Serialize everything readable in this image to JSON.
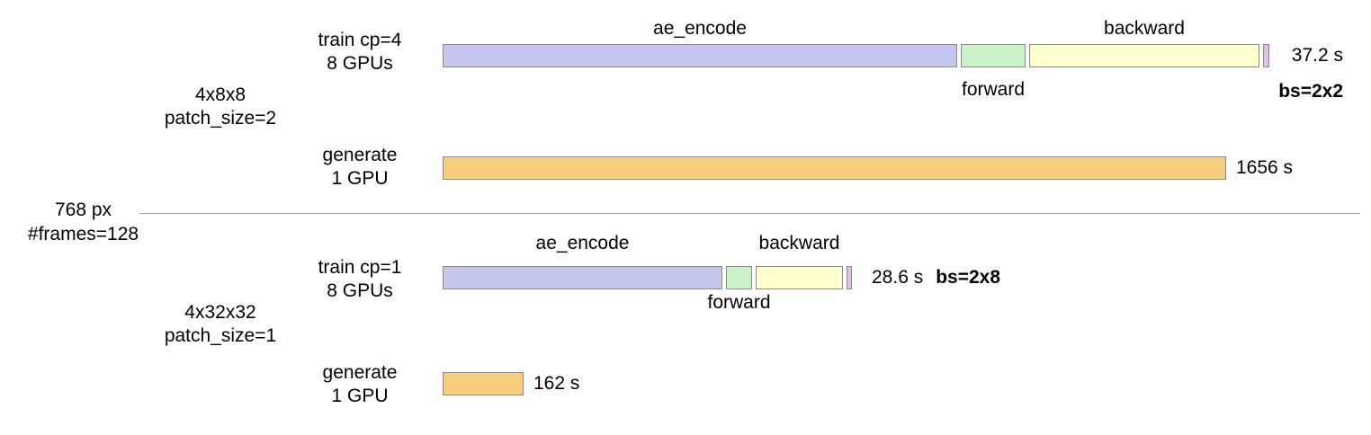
{
  "shared": {
    "resolution": "768 px",
    "frames": "#frames=128"
  },
  "colors": {
    "ae_encode": "#c5c6f0",
    "forward": "#cbf2c8",
    "backward": "#ffffcd",
    "tail": "#e6bfe8",
    "generate": "#f6ce7d",
    "bar_border": "#8b8b8b",
    "divider": "#9c9c9c"
  },
  "sections": [
    {
      "config": {
        "line1": "4x8x8",
        "line2": "patch_size=2"
      },
      "train": {
        "label": {
          "line1": "train cp=4",
          "line2": "8 GPUs"
        },
        "segments": [
          {
            "name": "ae_encode",
            "px": 572,
            "label": "ae_encode",
            "label_pos": "above"
          },
          {
            "name": "forward",
            "px": 72,
            "label": "forward",
            "label_pos": "below"
          },
          {
            "name": "backward",
            "px": 256,
            "label": "backward",
            "label_pos": "above"
          },
          {
            "name": "tail",
            "px": 7
          }
        ],
        "total": "37.2 s",
        "bs": "bs=2x2"
      },
      "generate": {
        "label": {
          "line1": "generate",
          "line2": "1 GPU"
        },
        "px": 871,
        "total": "1656 s"
      }
    },
    {
      "config": {
        "line1": "4x32x32",
        "line2": "patch_size=1"
      },
      "train": {
        "label": {
          "line1": "train cp=1",
          "line2": "8 GPUs"
        },
        "segments": [
          {
            "name": "ae_encode",
            "px": 311,
            "label": "ae_encode",
            "label_pos": "above"
          },
          {
            "name": "forward",
            "px": 29,
            "label": "forward",
            "label_pos": "below"
          },
          {
            "name": "backward",
            "px": 97,
            "label": "backward",
            "label_pos": "above"
          },
          {
            "name": "tail",
            "px": 6
          }
        ],
        "total": "28.6 s",
        "bs": "bs=2x8"
      },
      "generate": {
        "label": {
          "line1": "generate",
          "line2": "1 GPU"
        },
        "px": 90,
        "total": "162 s"
      }
    }
  ],
  "chart_data": {
    "type": "bar",
    "orientation": "horizontal",
    "title": "",
    "shared_config": {
      "resolution": "768 px",
      "frames": "#frames=128"
    },
    "groups": [
      {
        "latent_shape": "4x8x8",
        "patch_size": "patch_size=2",
        "bars": [
          {
            "label": "train cp=4, 8 GPUs",
            "total_s": 37.2,
            "batch": "bs=2x2",
            "segments": [
              "ae_encode",
              "forward",
              "backward"
            ]
          },
          {
            "label": "generate, 1 GPU",
            "total_s": 1656
          }
        ]
      },
      {
        "latent_shape": "4x32x32",
        "patch_size": "patch_size=1",
        "bars": [
          {
            "label": "train cp=1, 8 GPUs",
            "total_s": 28.6,
            "batch": "bs=2x8",
            "segments": [
              "ae_encode",
              "forward",
              "backward"
            ]
          },
          {
            "label": "generate, 1 GPU",
            "total_s": 162
          }
        ]
      }
    ],
    "legend_position": "inline-annotations",
    "grid": false
  }
}
